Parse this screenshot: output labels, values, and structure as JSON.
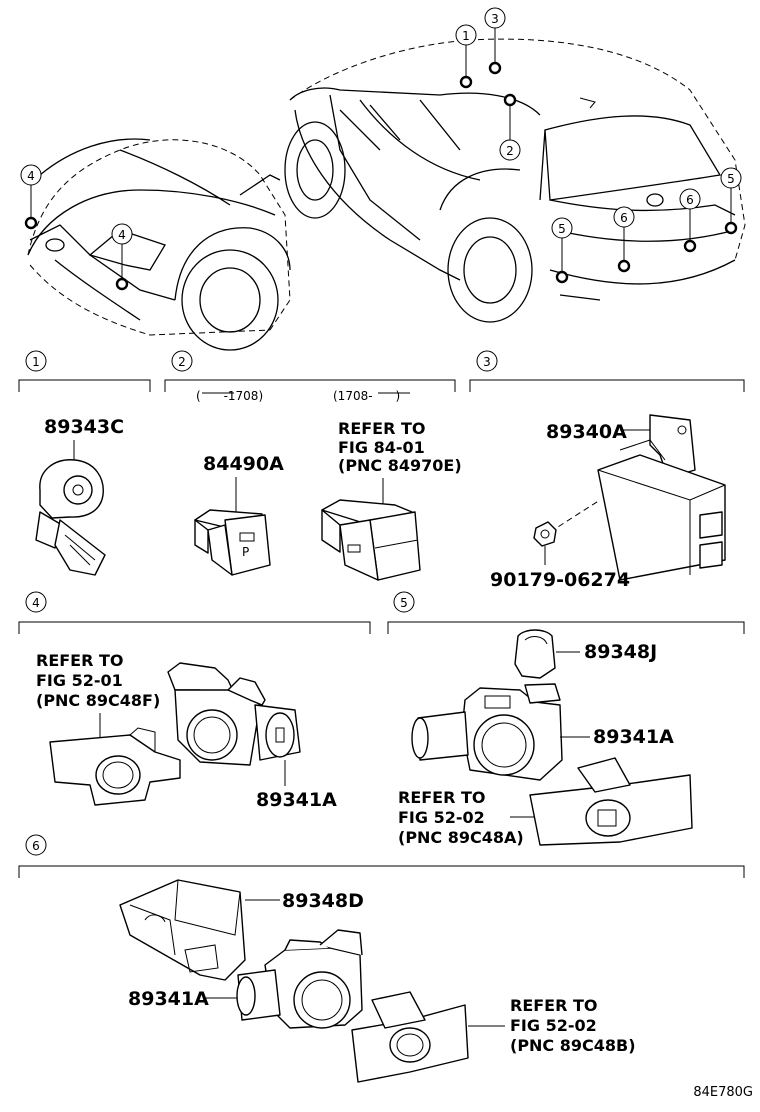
{
  "overview": {
    "callouts": [
      "1",
      "3",
      "2",
      "4",
      "4",
      "5",
      "6",
      "6",
      "5"
    ]
  },
  "groups": [
    {
      "num": "1"
    },
    {
      "num": "2",
      "ranges": [
        "(      -1708)",
        "(1708-      )"
      ]
    },
    {
      "num": "3"
    },
    {
      "num": "4"
    },
    {
      "num": "5"
    },
    {
      "num": "6"
    }
  ],
  "parts": {
    "p89343C": "89343C",
    "p84490A": "84490A",
    "ref_84_01": [
      "REFER TO",
      "FIG 84-01",
      "(PNC 84970E)"
    ],
    "p89340A": "89340A",
    "p90179": "90179-06274",
    "ref_52_01": [
      "REFER TO",
      "FIG 52-01",
      "(PNC 89C48F)"
    ],
    "p89341A_g4": "89341A",
    "p89348J": "89348J",
    "p89341A_g5": "89341A",
    "ref_52_02_g5": [
      "REFER TO",
      "FIG 52-02",
      "(PNC 89C48A)"
    ],
    "p89348D": "89348D",
    "p89341A_g6": "89341A",
    "ref_52_02_g6": [
      "REFER TO",
      "FIG 52-02",
      "(PNC 89C48B)"
    ]
  },
  "figure_code": "84E780G"
}
